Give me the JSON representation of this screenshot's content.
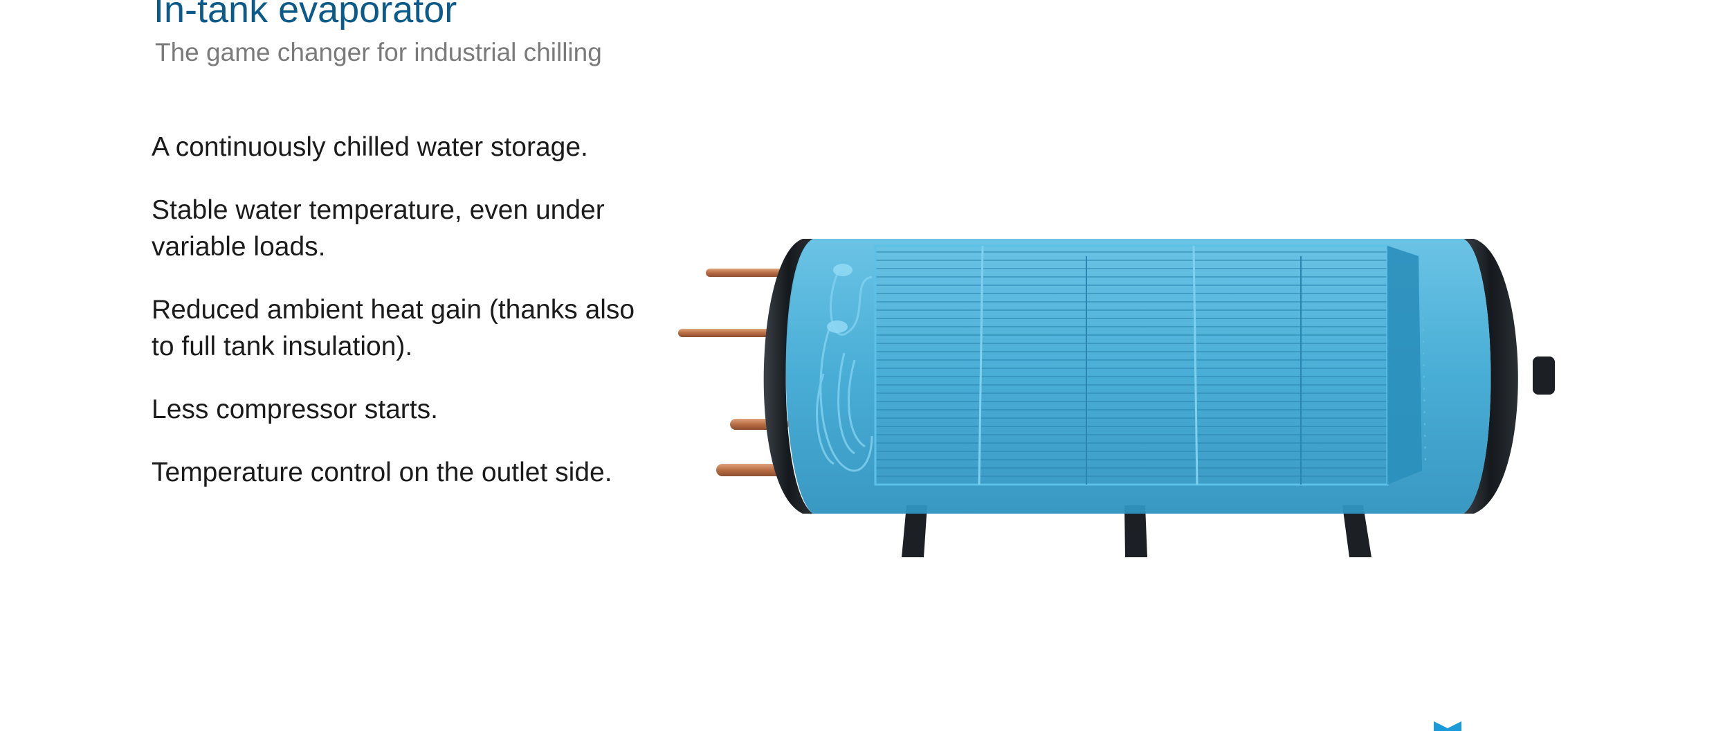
{
  "slide": {
    "title": "In-tank evaporator",
    "subtitle": "The game changer for industrial chilling",
    "bullets": [
      "A continuously chilled water storage.",
      "Stable water temperature, even under variable loads.",
      "Reduced ambient heat gain (thanks also to full tank insulation).",
      "Less compressor starts.",
      "Temperature control on the outlet side."
    ]
  },
  "colors": {
    "title": "#0b5a8a",
    "subtitle": "#7a7a7a",
    "body_text": "#1b1b1b",
    "tank_water": "#3fa9d3",
    "tank_cap": "#1f2429",
    "copper": "#c07a52",
    "logo": "#1a9bd7"
  },
  "illustration": {
    "subject": "cutaway-water-tank-with-coil-evaporator"
  }
}
